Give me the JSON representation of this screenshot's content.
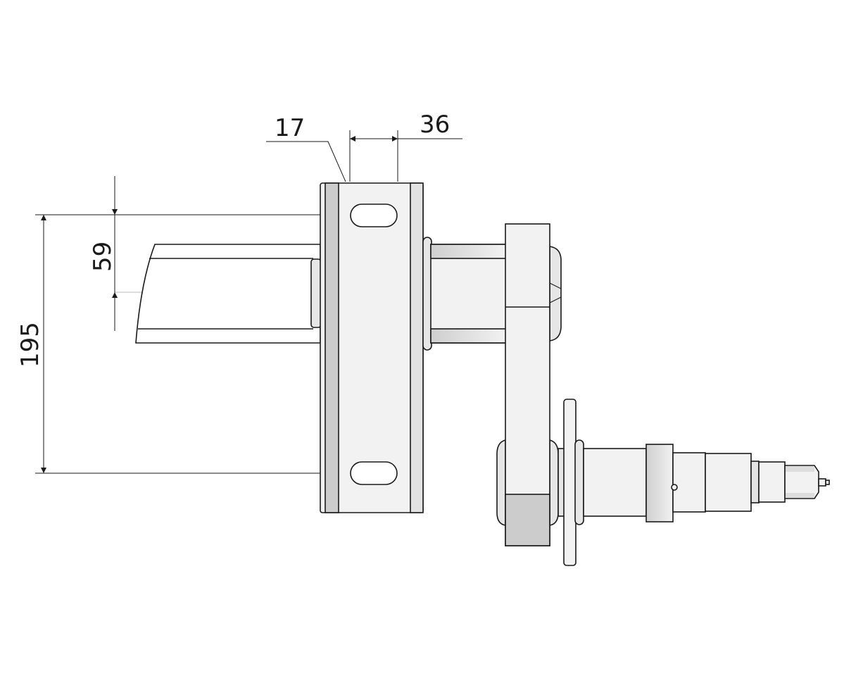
{
  "drawing": {
    "dimensions": [
      {
        "id": "plate-thickness",
        "label": "17"
      },
      {
        "id": "slot-spacing",
        "label": "36"
      },
      {
        "id": "tube-offset",
        "label": "59"
      },
      {
        "id": "overall-height",
        "label": "195"
      }
    ],
    "colors": {
      "outline": "#1a1a1a",
      "face": "#f2f2f2",
      "shade": "#cccccc",
      "mid": "#e2e2e2"
    }
  }
}
